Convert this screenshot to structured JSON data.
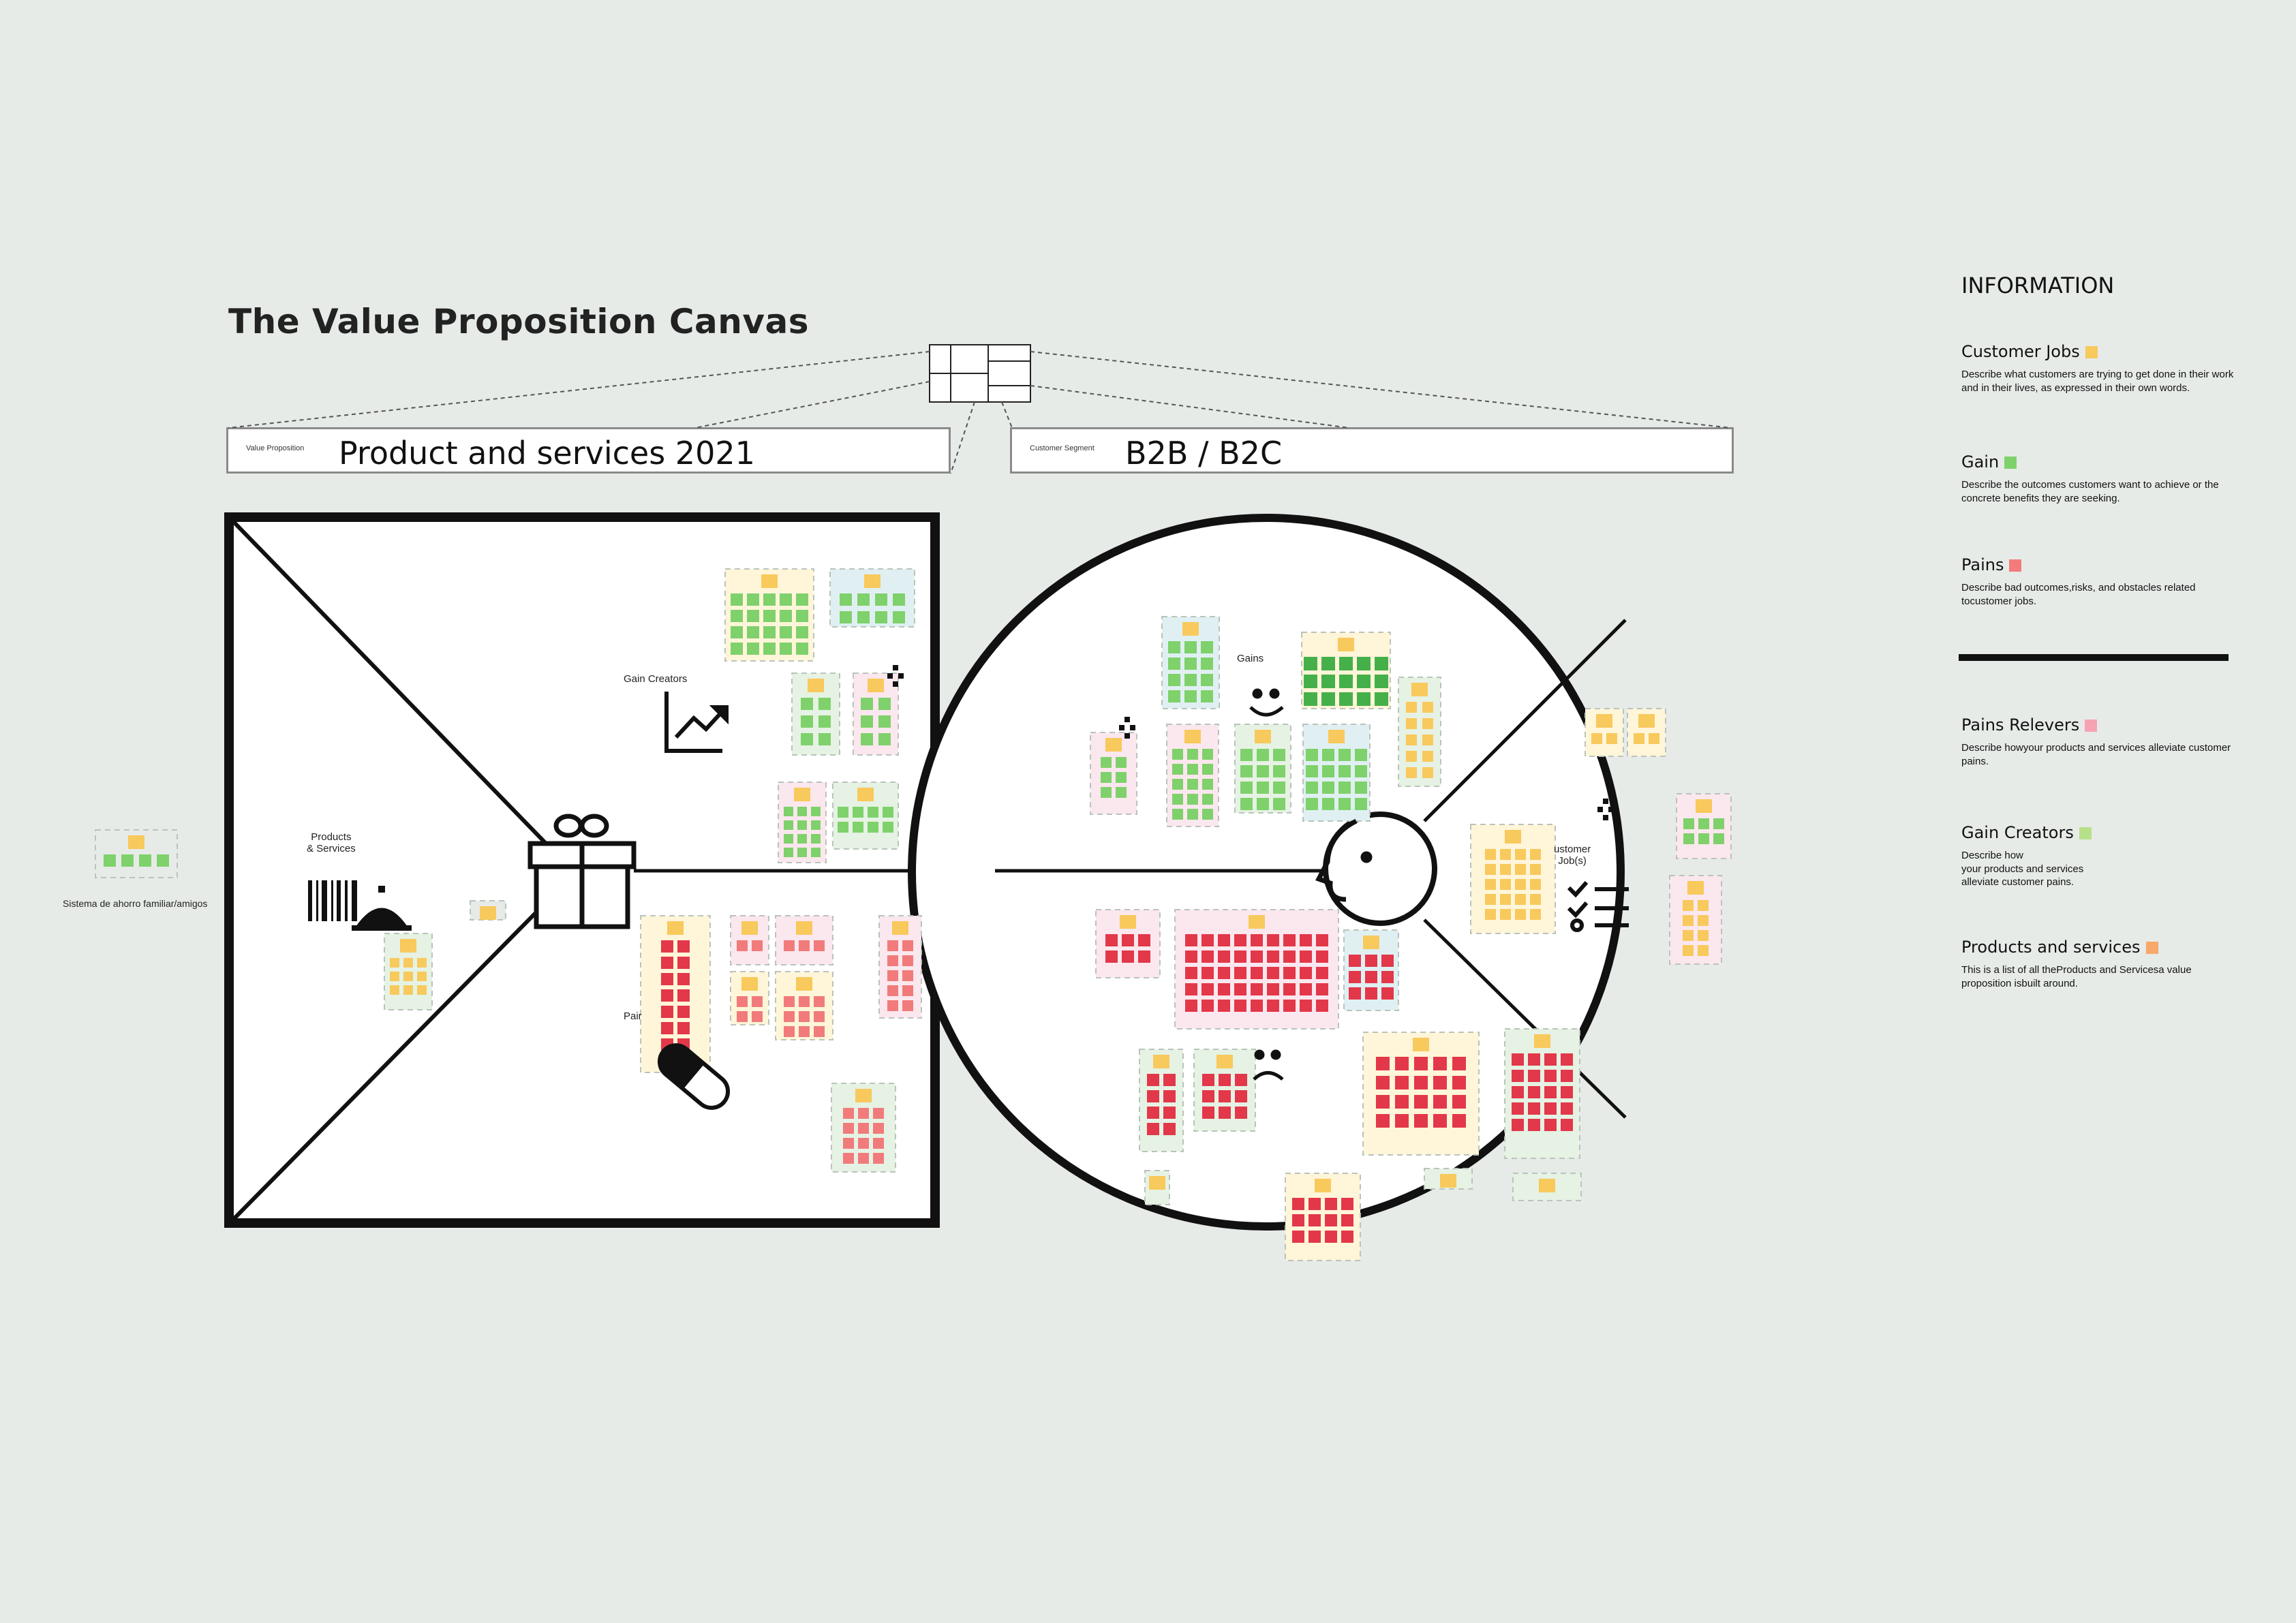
{
  "title": "The Value Proposition Canvas",
  "value_proposition": {
    "tag": "Value Proposition",
    "value": "Product and services 2021"
  },
  "customer_segment": {
    "tag": "Customer Segment",
    "value": "B2B / B2C"
  },
  "canvas_labels": {
    "gain_creators": "Gain Creators",
    "products_services": "Products\n& Services",
    "pain": "Pair",
    "gains": "Gains",
    "customer_jobs": "ustomer\nJob(s)"
  },
  "side_note": "Sistema de ahorro familiar/amigos",
  "information": {
    "heading": "INFORMATION",
    "sections": [
      {
        "title": "Customer Jobs",
        "color": "#f8c95c",
        "desc": "Describe what customers are trying to get done in their work and in their lives, as expressed in their own words."
      },
      {
        "title": "Gain",
        "color": "#7fd16b",
        "desc": "Describe the outcomes customers want to achieve or the concrete benefits they are seeking."
      },
      {
        "title": "Pains",
        "color": "#f27c7c",
        "desc": "Describe bad outcomes,risks, and obstacles related tocustomer jobs."
      },
      {
        "title": "Pains Relevers",
        "color": "#f5a3b3",
        "desc": "Describe howyour products and services  alleviate customer pains."
      },
      {
        "title": "Gain Creators",
        "color": "#b6e08a",
        "desc": "Describe how\nyour products and services\nalleviate customer pains."
      },
      {
        "title": "Products and services",
        "color": "#f7a86a",
        "desc": "This is a list of all theProducts and Servicesa value proposition isbuilt around."
      }
    ]
  },
  "colors": {
    "background": "#e7ebe8",
    "sticky_yellow": "#f8c95c",
    "sticky_green": "#7fd16b",
    "sticky_dark_green": "#45b04a",
    "sticky_red": "#e2384a",
    "sticky_salmon": "#f17b7b",
    "frame_yellow": "#fff5d9",
    "frame_green": "#e6f2e3",
    "frame_pink": "#fbe7ee",
    "frame_blue": "#e0f0f2"
  },
  "icons": [
    "gift-icon",
    "barcode-icon",
    "service-bell-icon",
    "chart-up-icon",
    "pill-icon",
    "smile-icon",
    "frown-icon",
    "face-profile-icon",
    "checklist-icon",
    "hierarchy-icon"
  ]
}
